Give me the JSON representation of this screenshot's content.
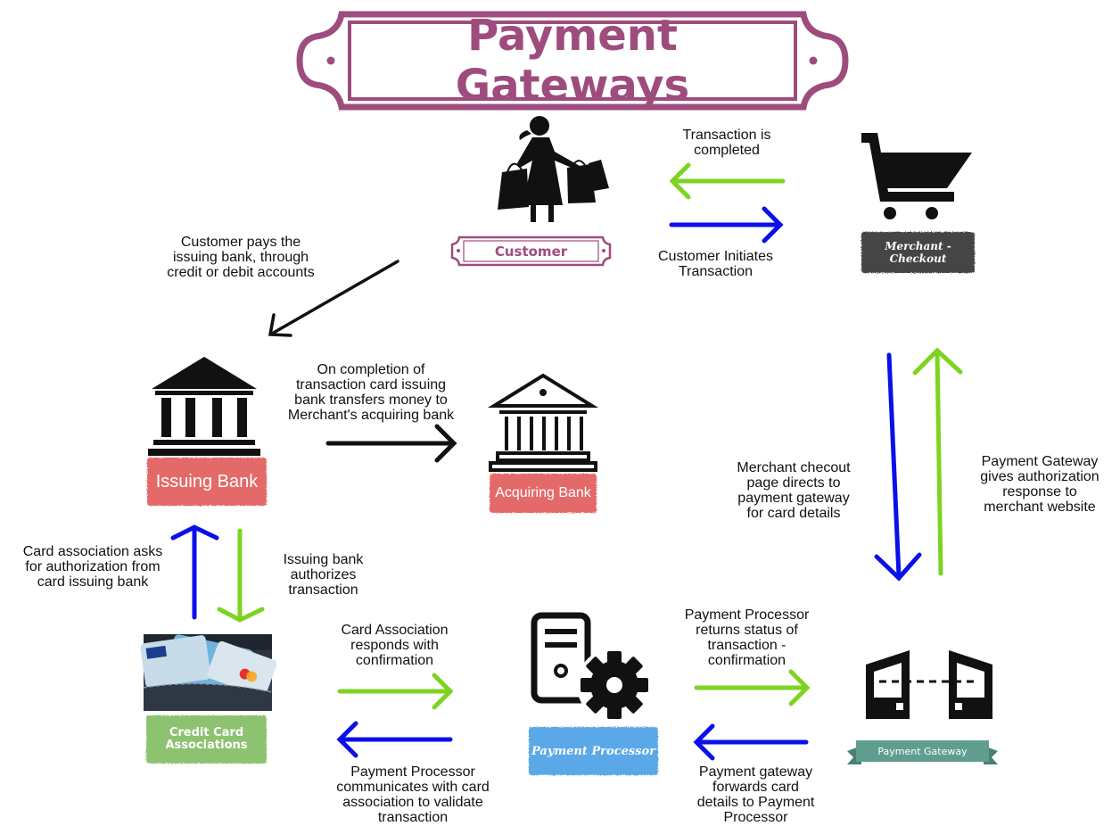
{
  "title": "Payment Gateways",
  "nodes": {
    "customer": {
      "label": "Customer",
      "icon": "shopper-icon"
    },
    "merchant_checkout": {
      "label": "Merchant - Checkout",
      "icon": "shopping-cart-icon"
    },
    "issuing_bank": {
      "label": "Issuing Bank",
      "icon": "bank-icon"
    },
    "acquiring_bank": {
      "label": "Acquiring Bank",
      "icon": "bank-icon"
    },
    "credit_card_associations": {
      "label": "Credit Card\nAssociations",
      "icon": "credit-cards-photo"
    },
    "payment_processor": {
      "label": "Payment Processor",
      "icon": "server-gear-icon"
    },
    "payment_gateway": {
      "label": "Payment Gateway",
      "icon": "gateway-icon"
    }
  },
  "captions": {
    "transaction_completed": "Transaction is\ncompleted",
    "customer_initiates": "Customer Initiates\nTransaction",
    "customer_pays": "Customer pays the\nissuing bank, through\ncredit or debit accounts",
    "completion_transfer": "On completion of\ntransaction card issuing\nbank transfers money to\nMerchant's acquiring bank",
    "checkout_directs": "Merchant checout\npage directs to\npayment gateway\nfor card details",
    "gateway_response": "Payment Gateway\ngives authorization\nresponse to\nmerchant website",
    "association_asks": "Card association asks\nfor authorization from\ncard issuing bank",
    "issuing_authorizes": "Issuing bank\nauthorizes\ntransaction",
    "association_responds": "Card Association\nresponds with\nconfirmation",
    "processor_communicates": "Payment Processor\ncommunicates with card\nassociation to validate\ntransaction",
    "processor_returns": "Payment Processor\nreturns status of\ntransaction -\nconfirmation",
    "gateway_forwards": "Payment gateway\nforwards card\ndetails to Payment\nProcessor"
  },
  "colors": {
    "title_frame": "#9e4c7e",
    "green_arrow": "#7ed321",
    "blue_arrow": "#0a10e6",
    "black_arrow": "#111111",
    "customer_tag": "#9e4c7e",
    "merchant_tag": "#444444",
    "bank_tag": "#e46a6a",
    "association_tag": "#8dc26f",
    "processor_tag": "#5aa8e8",
    "gateway_ribbon": "#5f9e8f"
  }
}
